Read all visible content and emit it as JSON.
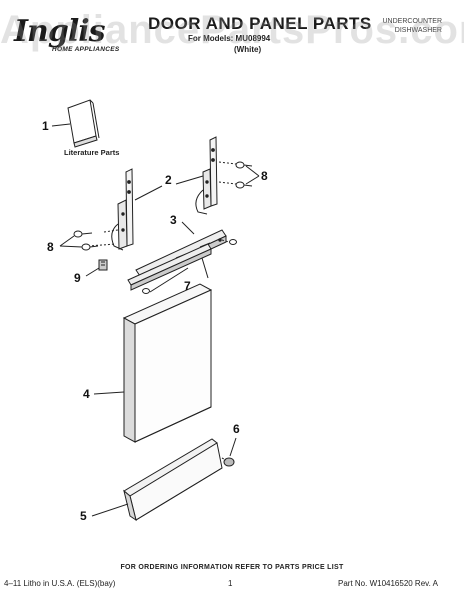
{
  "header": {
    "brand": "Inglis",
    "brand_tagline": "HOME APPLIANCES",
    "title": "DOOR AND PANEL PARTS",
    "model_line": "For Models: MU08994",
    "color_note": "(White)",
    "product_type": "UNDERCOUNTER DISHWASHER",
    "watermark": "AppliancePartsPros.com"
  },
  "diagram": {
    "literature_label": "Literature Parts",
    "callouts": [
      "1",
      "2",
      "3",
      "4",
      "5",
      "6",
      "7",
      "8",
      "8",
      "9"
    ]
  },
  "footer": {
    "ordering_note": "FOR ORDERING INFORMATION REFER TO PARTS PRICE LIST",
    "print_info": "4–11 Litho in U.S.A. (ELS)(bay)",
    "page_number": "1",
    "part_number": "Part No. W10416520 Rev. A"
  }
}
